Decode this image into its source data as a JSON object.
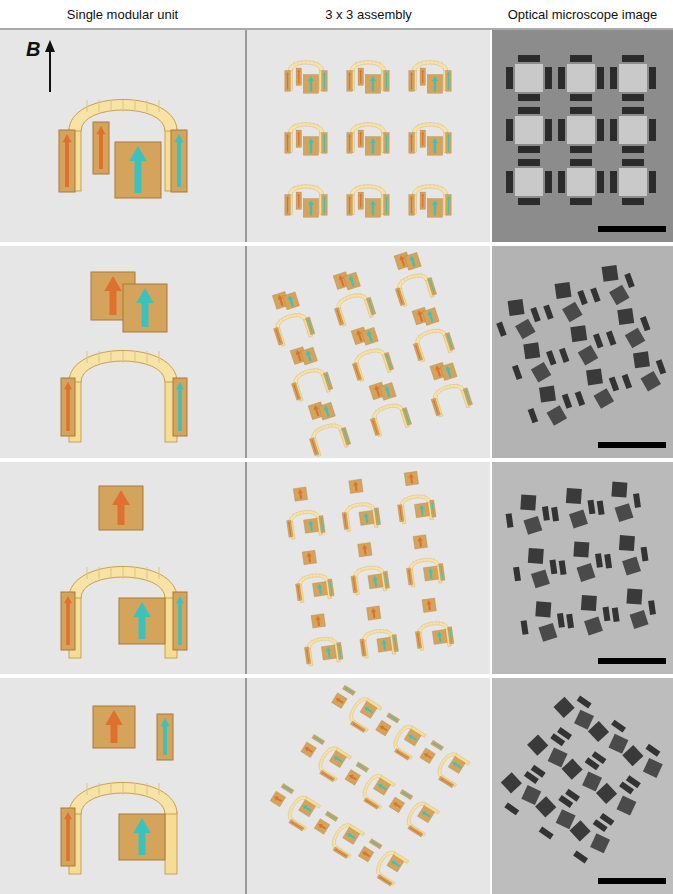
{
  "diagram": {
    "labels": [
      "Single modular unit",
      "3 x 3 assembly",
      "Optical microscope image",
      "B"
    ]
  }
}
